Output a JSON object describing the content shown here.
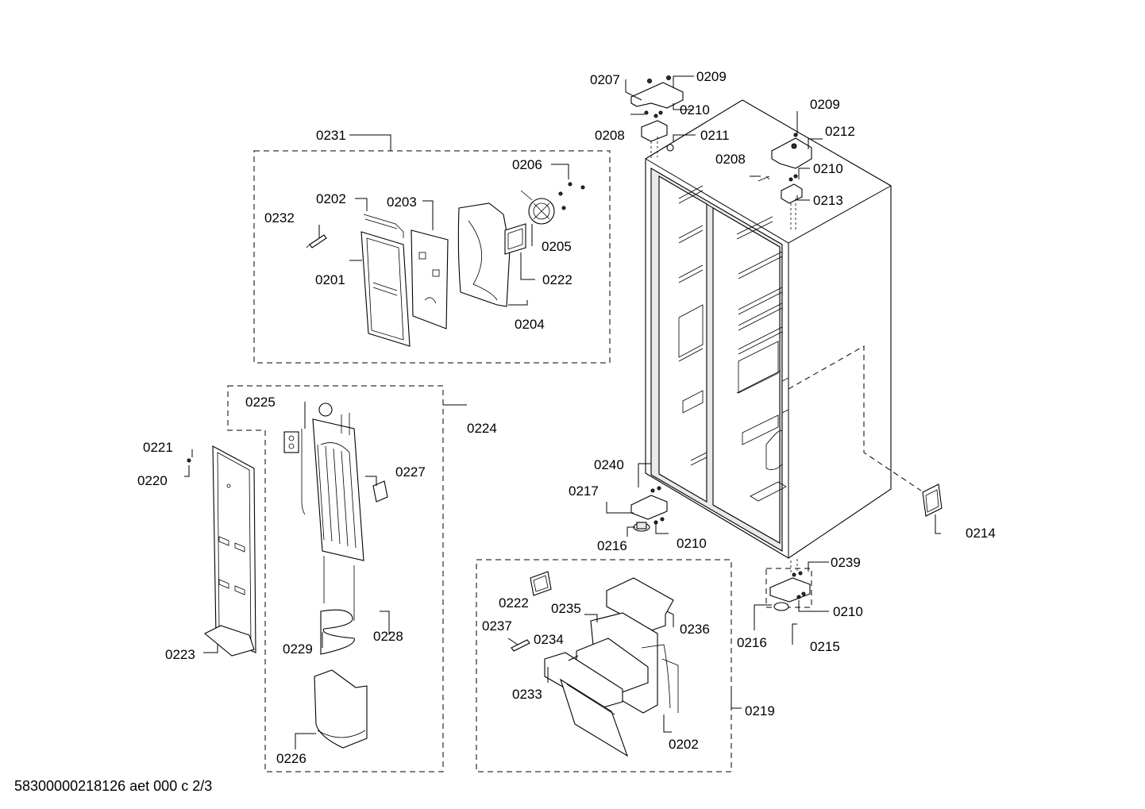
{
  "footer": "58300000218126 aet 000 c 2/3",
  "labels": {
    "0201": "0201",
    "0202": "0202",
    "0203": "0203",
    "0204": "0204",
    "0205": "0205",
    "0206": "0206",
    "0207": "0207",
    "0208": "0208",
    "0209": "0209",
    "0210": "0210",
    "0211": "0211",
    "0212": "0212",
    "0213": "0213",
    "0214": "0214",
    "0215": "0215",
    "0216": "0216",
    "0217": "0217",
    "0219": "0219",
    "0220": "0220",
    "0221": "0221",
    "0222": "0222",
    "0223": "0223",
    "0224": "0224",
    "0225": "0225",
    "0226": "0226",
    "0227": "0227",
    "0228": "0228",
    "0229": "0229",
    "0231": "0231",
    "0232": "0232",
    "0233": "0233",
    "0234": "0234",
    "0235": "0235",
    "0236": "0236",
    "0237": "0237",
    "0239": "0239",
    "0240": "0240"
  }
}
